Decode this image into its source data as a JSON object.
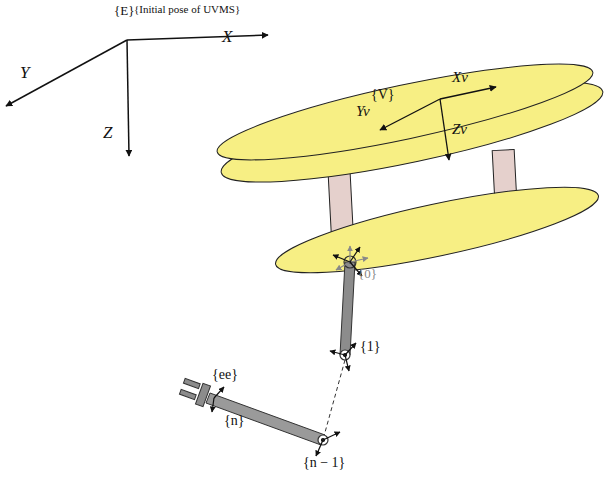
{
  "diagram": {
    "labels": [
      "{E}",
      "{Initial pose of UVMS}",
      "X",
      "Y",
      "Z",
      "{V}",
      "Xv",
      "Yv",
      "Zv",
      "{0}",
      "{1}",
      "{ee}",
      "{n}",
      "{n − 1}"
    ]
  }
}
